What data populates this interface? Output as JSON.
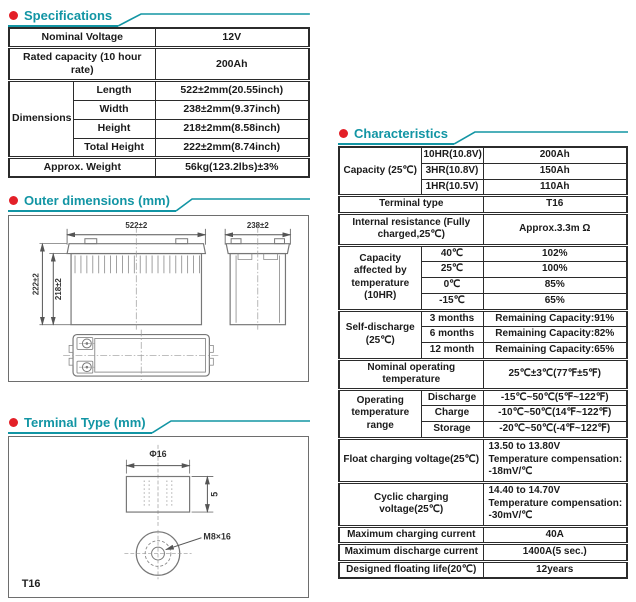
{
  "specifications": {
    "title": "Specifications",
    "rows": [
      {
        "label": "Nominal Voltage",
        "value": "12V"
      },
      {
        "label": "Rated capacity (10 hour rate)",
        "value": "200Ah"
      },
      {
        "group": "Dimensions",
        "sub": "Length",
        "value": "522±2mm(20.55inch)"
      },
      {
        "sub": "Width",
        "value": "238±2mm(9.37inch)"
      },
      {
        "sub": "Height",
        "value": "218±2mm(8.58inch)"
      },
      {
        "sub": "Total Height",
        "value": "222±2mm(8.74inch)"
      },
      {
        "label": "Approx. Weight",
        "value": "56kg(123.2lbs)±3%"
      }
    ]
  },
  "outer_dimensions": {
    "title": "Outer dimensions (mm)",
    "labels": {
      "length": "522±2",
      "width": "238±2",
      "total_height": "222±2",
      "height": "218±2"
    }
  },
  "terminal_type": {
    "title": "Terminal Type (mm)",
    "labels": {
      "diameter": "Φ16",
      "height": "5",
      "bolt": "M8×16",
      "name": "T16"
    }
  },
  "characteristics": {
    "title": "Characteristics",
    "rows": [
      {
        "group": "Capacity (25℃)",
        "sub": "10HR(10.8V)",
        "value": "200Ah"
      },
      {
        "sub": "3HR(10.8V)",
        "value": "150Ah"
      },
      {
        "sub": "1HR(10.5V)",
        "value": "110Ah"
      },
      {
        "label": "Terminal type",
        "value": "T16"
      },
      {
        "label": "Internal resistance (Fully charged,25℃)",
        "value": "Approx.3.3m Ω"
      },
      {
        "group": "Capacity affected by temperature (10HR)",
        "sub": "40℃",
        "value": "102%"
      },
      {
        "sub": "25℃",
        "value": "100%"
      },
      {
        "sub": "0℃",
        "value": "85%"
      },
      {
        "sub": "-15℃",
        "value": "65%"
      },
      {
        "group": "Self-discharge (25℃)",
        "sub": "3 months",
        "value": "Remaining Capacity:91%"
      },
      {
        "sub": "6 months",
        "value": "Remaining Capacity:82%"
      },
      {
        "sub": "12 month",
        "value": "Remaining Capacity:65%"
      },
      {
        "label": "Nominal operating temperature",
        "value": "25℃±3℃(77℉±5℉)"
      },
      {
        "group": "Operating temperature range",
        "sub": "Discharge",
        "value": "-15℃~50℃(5℉~122℉)"
      },
      {
        "sub": "Charge",
        "value": "-10℃~50℃(14℉~122℉)"
      },
      {
        "sub": "Storage",
        "value": "-20℃~50℃(-4℉~122℉)"
      },
      {
        "label": "Float charging voltage(25℃)",
        "lines": [
          "13.50 to 13.80V",
          "Temperature compensation:",
          "-18mV/℃"
        ]
      },
      {
        "label": "Cyclic charging voltage(25℃)",
        "lines": [
          "14.40 to 14.70V",
          "Temperature compensation:",
          "-30mV/℃"
        ]
      },
      {
        "label": "Maximum charging current",
        "value": "40A"
      },
      {
        "label": "Maximum discharge current",
        "value": "1400A(5 sec.)"
      },
      {
        "label": "Designed floating life(20℃)",
        "value": "12years"
      }
    ]
  }
}
